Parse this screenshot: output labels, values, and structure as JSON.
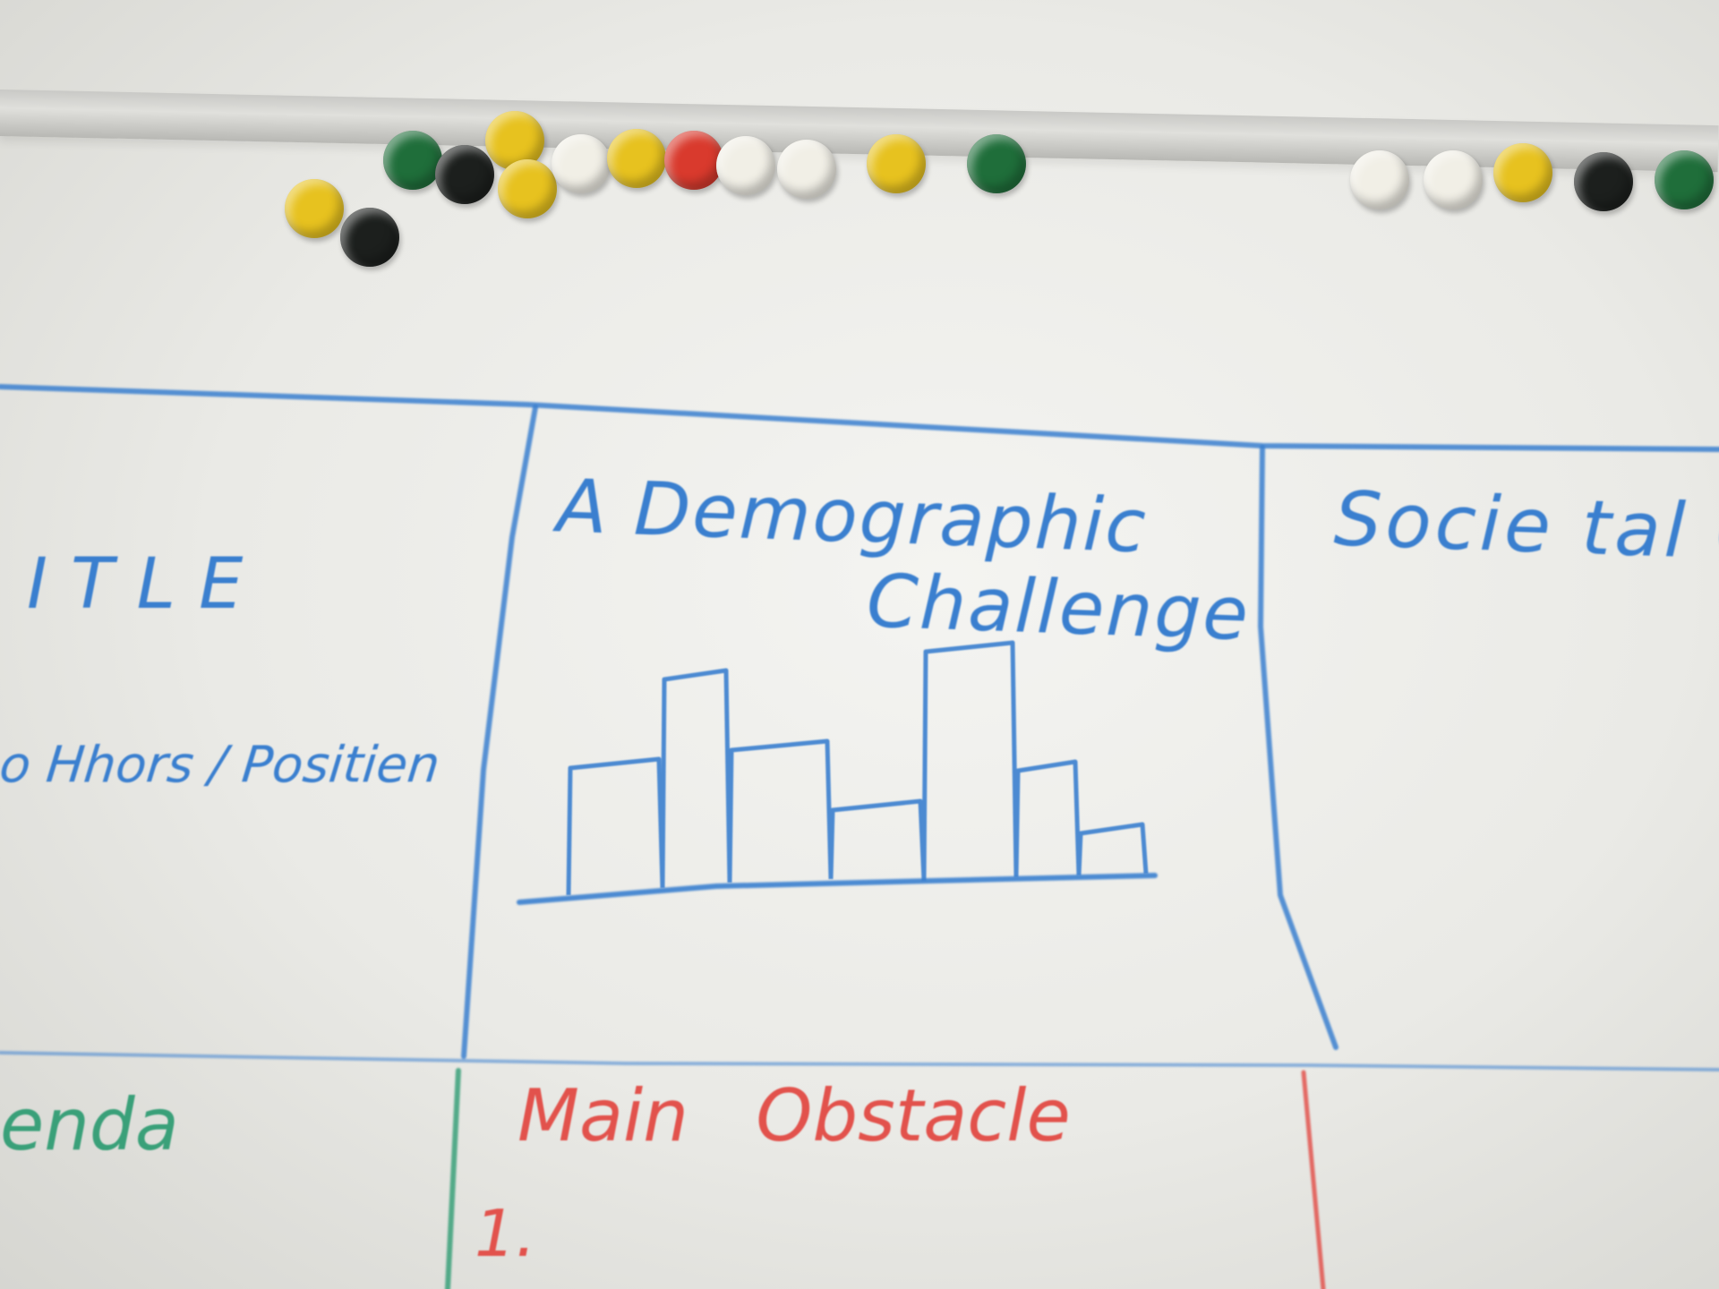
{
  "board": {
    "cells": {
      "left_top": {
        "title": "ITLE",
        "subtitle": "o Hhors / Positien"
      },
      "center_top": {
        "title_line1": "A Demographic",
        "title_line2": "Challenge"
      },
      "right_top": {
        "title": "Socie tal Ch"
      },
      "left_bottom": {
        "title": "enda"
      },
      "center_bottom": {
        "title": "Main Obstacle",
        "item": "1."
      }
    },
    "sketch": {
      "type": "bar",
      "values": [
        3.6,
        5.9,
        3.8,
        2.1,
        6.5,
        3.1,
        1.3
      ]
    },
    "magnets": {
      "colors": [
        "#e7c21f",
        "#1c1f1d",
        "#1f6e3a",
        "#d93a2d",
        "#f1efe6"
      ]
    },
    "ink_colors": {
      "blue": "#3a7fcf",
      "red": "#e2524c",
      "green": "#3aa079"
    }
  }
}
